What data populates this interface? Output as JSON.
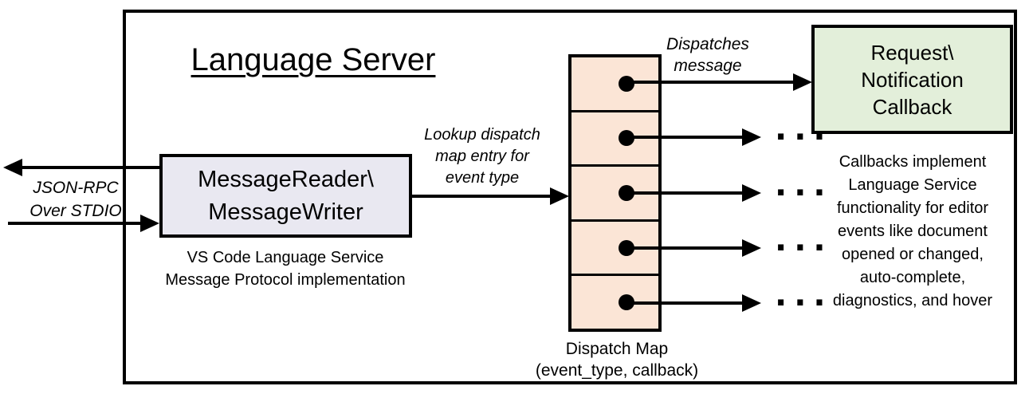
{
  "colors": {
    "line": "#000000",
    "reader_box_fill": "#e9e8f1",
    "dispatch_map_fill": "#fbe5d6",
    "callback_box_fill": "#e3efda"
  },
  "outer": {
    "title": "Language Server"
  },
  "reader": {
    "line1": "MessageReader\\",
    "line2": "MessageWriter",
    "caption1": "VS Code Language Service",
    "caption2": "Message Protocol implementation"
  },
  "stdio": {
    "line1": "JSON-RPC",
    "line2": "Over STDIO"
  },
  "lookup": {
    "line1": "Lookup dispatch",
    "line2": "map entry for",
    "line3": "event type"
  },
  "dispatches": {
    "line1": "Dispatches",
    "line2": "message"
  },
  "map": {
    "caption1": "Dispatch Map",
    "caption2": "(event_type, callback)",
    "row_count": 5
  },
  "callback": {
    "line1": "Request\\",
    "line2": "Notification",
    "line3": "Callback"
  },
  "note": {
    "lines": [
      "Callbacks implement",
      "Language Service",
      "functionality for editor",
      "events like document",
      "opened or changed,",
      "auto-complete,",
      "diagnostics, and hover"
    ]
  },
  "ellipsis": "..."
}
